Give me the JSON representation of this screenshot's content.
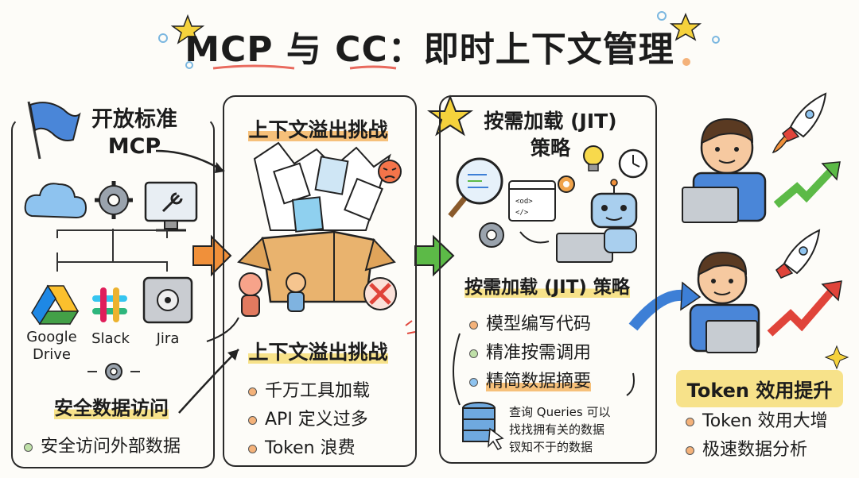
{
  "title": "MCP 与 CC：即时上下文管理",
  "panel1": {
    "heading": "开放标准\nMCP",
    "services": [
      "Google\nDrive",
      "Slack",
      "Jira"
    ],
    "section_title": "安全数据访问",
    "bullets": [
      "安全访问外部数据"
    ]
  },
  "panel2": {
    "heading": "上下文溢出挑战",
    "section_title": "上下文溢出挑战",
    "bullets": [
      "千万工具加载",
      "API 定义过多",
      "Token 浪费"
    ]
  },
  "panel3": {
    "heading": "按需加载 (JIT)\n策略",
    "section_title": "按需加载 (JIT) 策略",
    "bullets": [
      "模型编写代码",
      "精准按需调用",
      "精简数据摘要"
    ],
    "query_note": "查询 Queries 可以\n找找拥有关的数据\n钗知不于的数据"
  },
  "panel4": {
    "section_title": "Token 效用提升",
    "bullets": [
      "Token 效用大增",
      "极速数据分析"
    ]
  },
  "colors": {
    "orange": "#f0903a",
    "green": "#5cba47",
    "blue": "#3d7fd6",
    "red": "#e0443a",
    "yellow": "#f7e28a"
  }
}
